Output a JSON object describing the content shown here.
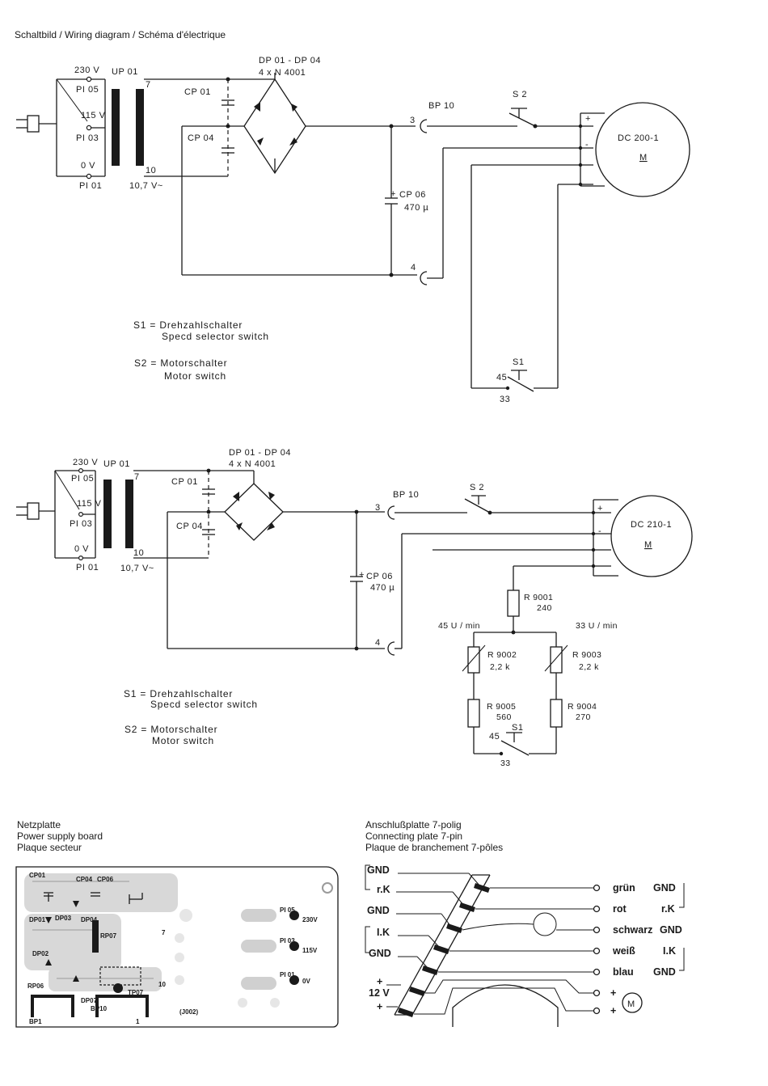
{
  "page_title": "Schaltbild / Wiring diagram / Schéma d'électrique",
  "diagram1": {
    "bridge_label": "DP 01 - DP 04",
    "bridge_part": "4 x N 4001",
    "transformer": "UP 01",
    "v230": "230 V",
    "pi05": "PI 05",
    "v115": "115 V",
    "pi03": "PI 03",
    "v0": "0 V",
    "pi01": "PI 01",
    "pin7": "7",
    "pin10": "10",
    "v_sec": "10,7 V~",
    "cp01": "CP 01",
    "cp04": "CP 04",
    "cp06": "CP 06",
    "cp06_val": "470 µ",
    "bp10": "BP 10",
    "pin3": "3",
    "pin4": "4",
    "s2": "S 2",
    "motor": "DC 200-1",
    "motor_m": "M",
    "plus": "+",
    "minus": "-",
    "s1": "S1",
    "s1_45": "45",
    "s1_33": "33",
    "legend_s1": "S1 = Drehzahlschalter",
    "legend_s1_en": "Specd selector switch",
    "legend_s2": "S2 = Motorschalter",
    "legend_s2_en": "Motor switch"
  },
  "diagram2": {
    "bridge_label": "DP 01 - DP 04",
    "bridge_part": "4 x N 4001",
    "transformer": "UP 01",
    "v230": "230 V",
    "pi05": "PI 05",
    "v115": "115 V",
    "pi03": "PI 03",
    "v0": "0 V",
    "pi01": "PI 01",
    "pin7": "7",
    "pin10": "10",
    "v_sec": "10,7 V~",
    "cp01": "CP 01",
    "cp04": "CP 04",
    "cp06": "CP 06",
    "cp06_val": "470 µ",
    "bp10": "BP 10",
    "pin3": "3",
    "pin4": "4",
    "s2": "S 2",
    "motor": "DC 210-1",
    "motor_m": "M",
    "plus": "+",
    "minus": "-",
    "r9001": "R 9001",
    "r9001_val": "240",
    "speed45": "45 U / min",
    "speed33": "33 U / min",
    "r9002": "R 9002",
    "r9002_val": "2,2 k",
    "r9003": "R 9003",
    "r9003_val": "2,2 k",
    "r9005": "R 9005",
    "r9005_val": "560",
    "r9004": "R 9004",
    "r9004_val": "270",
    "s1": "S1",
    "s1_45": "45",
    "s1_33": "33",
    "legend_s1": "S1 = Drehzahlschalter",
    "legend_s1_en": "Specd selector switch",
    "legend_s2": "S2 = Motorschalter",
    "legend_s2_en": "Motor switch"
  },
  "pcb": {
    "title_de": "Netzplatte",
    "title_en": "Power supply board",
    "title_fr": "Plaque secteur",
    "labels": [
      "CP01",
      "CP04",
      "CP06",
      "DP01",
      "DP03",
      "DP04",
      "DP02",
      "RP06",
      "RP07",
      "DP07",
      "BP10",
      "BP1",
      "TP07",
      "(J002)",
      "7",
      "10",
      "1"
    ],
    "pi05": "PI 05",
    "pi03": "PI 03",
    "pi01": "PI 01",
    "v230": "230V",
    "v115": "115V",
    "v0": "0V"
  },
  "connector": {
    "title_de": "Anschlußplatte 7-polig",
    "title_en": "Connecting plate 7-pin",
    "title_fr": "Plaque de branchement 7-pôles",
    "left": [
      "GND",
      "r.K",
      "GND",
      "I.K",
      "GND"
    ],
    "v12": "12 V",
    "plus": "+",
    "right": [
      "grün",
      "rot",
      "schwarz",
      "weiß",
      "blau"
    ],
    "right_sig": [
      "GND",
      "r.K",
      "GND",
      "I.K",
      "GND"
    ],
    "motor_m": "M"
  }
}
